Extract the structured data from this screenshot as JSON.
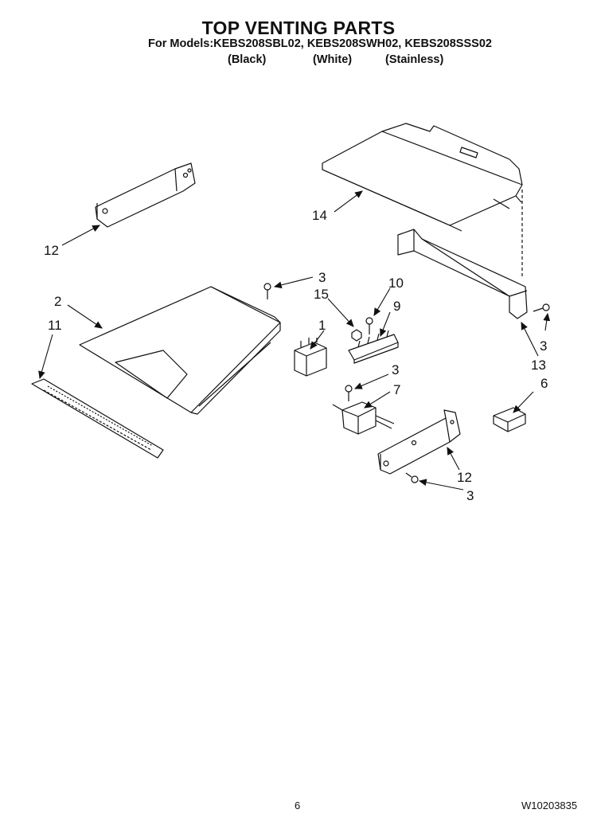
{
  "header": {
    "title": "TOP VENTING PARTS",
    "models": "For Models:KEBS208SBL02, KEBS208SWH02, KEBS208SSS02",
    "variants": [
      "(Black)",
      "(White)",
      "(Stainless)"
    ]
  },
  "callouts": {
    "c1": "1",
    "c2": "2",
    "c3a": "3",
    "c3b": "3",
    "c3c": "3",
    "c3d": "3",
    "c6": "6",
    "c7": "7",
    "c9": "9",
    "c10": "10",
    "c11": "11",
    "c12a": "12",
    "c12b": "12",
    "c13": "13",
    "c14": "14",
    "c15": "15"
  },
  "footer": {
    "page": "6",
    "code": "W10203835"
  }
}
